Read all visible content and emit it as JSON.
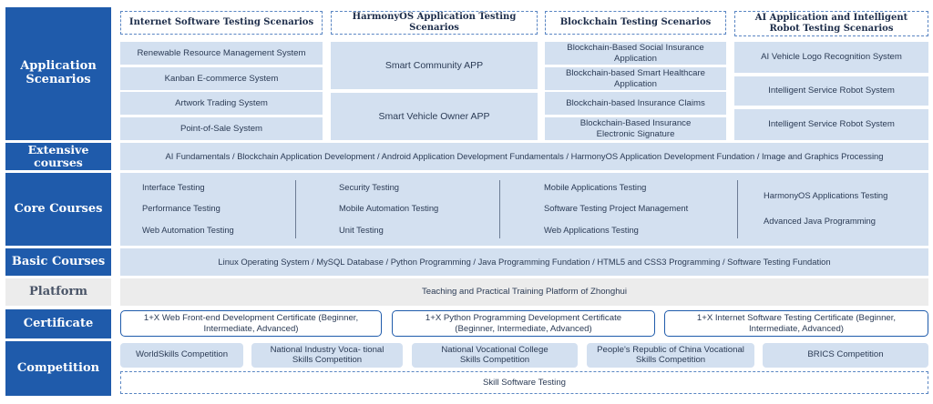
{
  "rows": {
    "application": "Application Scenarios",
    "extensive": "Extensive courses",
    "core": "Core Courses",
    "basic": "Basic Courses",
    "platform": "Platform",
    "certificate": "Certificate",
    "competition": "Competition"
  },
  "scenarios": {
    "headers": [
      "Internet Software Testing Scenarios",
      "HarmonyOS Application Testing Scenarios",
      "Blockchain Testing Scenarios",
      "AI Application and Intelligent Robot Testing Scenarios"
    ],
    "internet": [
      "Renewable Resource Management System",
      "Kanban E-commerce System",
      "Artwork Trading System",
      "Point-of-Sale System"
    ],
    "harmony": [
      "Smart Community APP",
      "Smart Vehicle Owner APP"
    ],
    "blockchain": [
      "Blockchain-Based Social Insurance Application",
      "Blockchain-based Smart Healthcare Application",
      "Blockchain-based Insurance Claims",
      "Blockchain-Based Insurance Electronic Signature"
    ],
    "ai": [
      "AI Vehicle Logo Recognition System",
      "Intelligent Service Robot System",
      "Intelligent Service Robot System"
    ]
  },
  "extensive_courses": "AI Fundamentals / Blockchain Application Development / Android Application Development Fundamentals / HarmonyOS Application Development Fundation / Image and Graphics Processing",
  "core_courses": {
    "col1": [
      "Interface Testing",
      "Performance Testing",
      "Web Automation Testing"
    ],
    "col2": [
      "Security Testing",
      "Mobile Automation Testing",
      "Unit Testing"
    ],
    "col3": [
      "Mobile Applications Testing",
      "Software Testing Project Management",
      "Web Applications Testing"
    ],
    "col4": [
      "HarmonyOS Applications Testing",
      "Advanced Java Programming"
    ]
  },
  "basic_courses": "Linux Operating System / MySQL Database / Python Programming /  Java Programming Fundation  / HTML5 and CSS3 Programming / Software Testing Fundation",
  "platform": "Teaching and Practical Training Platform of Zhonghui",
  "certificates": [
    "1+X Web Front-end Development Certificate (Beginner, Intermediate, Advanced)",
    "1+X Python Programming Development Certificate (Beginner, Intermediate, Advanced)",
    "1+X Internet Software Testing Certificate (Beginner, Intermediate, Advanced)"
  ],
  "competitions": [
    "WorldSkills Competition",
    "National Industry Voca- tional Skills Competition",
    "National Vocational College Skills Competition",
    "People's Republic of China Vocational Skills Competition",
    "BRICS Competition"
  ],
  "competition_footer": "Skill Software Testing",
  "colors": {
    "label_blue": "#1f5bab",
    "box_blue": "#d3e0f0",
    "platform_gray": "#ececec"
  }
}
